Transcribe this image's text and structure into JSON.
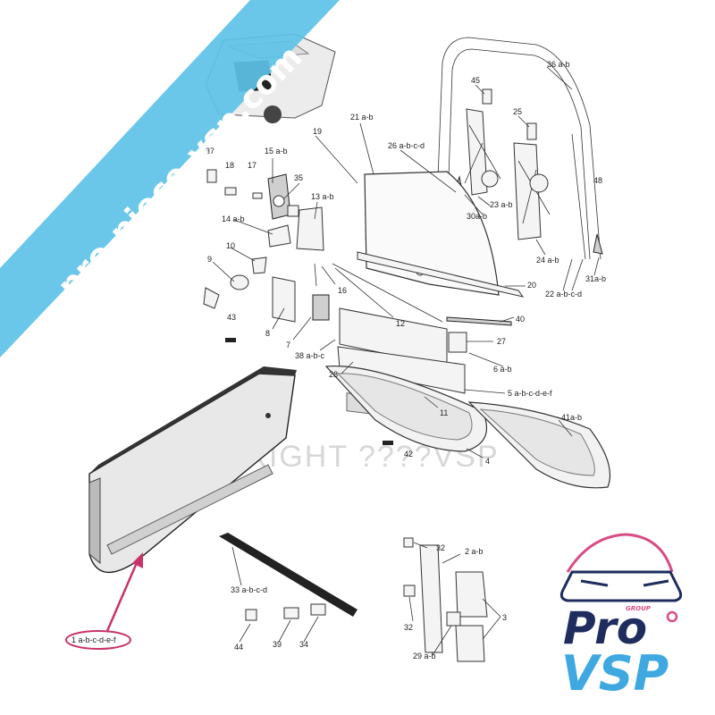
{
  "watermark": {
    "site_text": "pro-piece-vsp.com",
    "copyright_text": "COPYRIGHT ????VSP",
    "banner_color": "#5ec2e8"
  },
  "logo": {
    "group_text": "GROUP",
    "pro_text": "Pro",
    "vsp_text": "VSP",
    "navy": "#1e2c5e",
    "pink": "#d94c86",
    "blue": "#3fa8e0"
  },
  "highlight_color": "#c8336a",
  "callouts": {
    "c36": "36 a-b",
    "c45": "45",
    "c25": "25",
    "c21": "21 a-b",
    "c19": "19",
    "c26": "26 a-b-c-d",
    "c15": "15 a-b",
    "c37": "37",
    "c18": "18",
    "c17": "17",
    "c35": "35",
    "c13": "13 a-b",
    "c14": "14 a-b",
    "c10": "10",
    "c9": "9",
    "c16": "16",
    "c12": "12",
    "c20": "20",
    "c40": "40",
    "c8": "8",
    "c7": "7",
    "c43": "43",
    "c38": "38 a-b-c",
    "c27": "27",
    "c6": "6 a-b",
    "c28": "28",
    "c5": "5 a-b-c-d-e-f",
    "c11": "11",
    "c41": "41a-b",
    "c42": "42",
    "c4": "4",
    "c23": "23 a-b",
    "c30": "30a-b",
    "c24": "24 a-b",
    "c48": "48",
    "c31": "31a-b",
    "c22": "22 a-b-c-d",
    "c32a": "32",
    "c2": "2 a-b",
    "c32b": "32",
    "c3": "3",
    "c29": "29 a-b",
    "c33": "33 a-b-c-d",
    "c44": "44",
    "c39": "39",
    "c34": "34",
    "c1": "1 a-b-c-d-e-f"
  }
}
